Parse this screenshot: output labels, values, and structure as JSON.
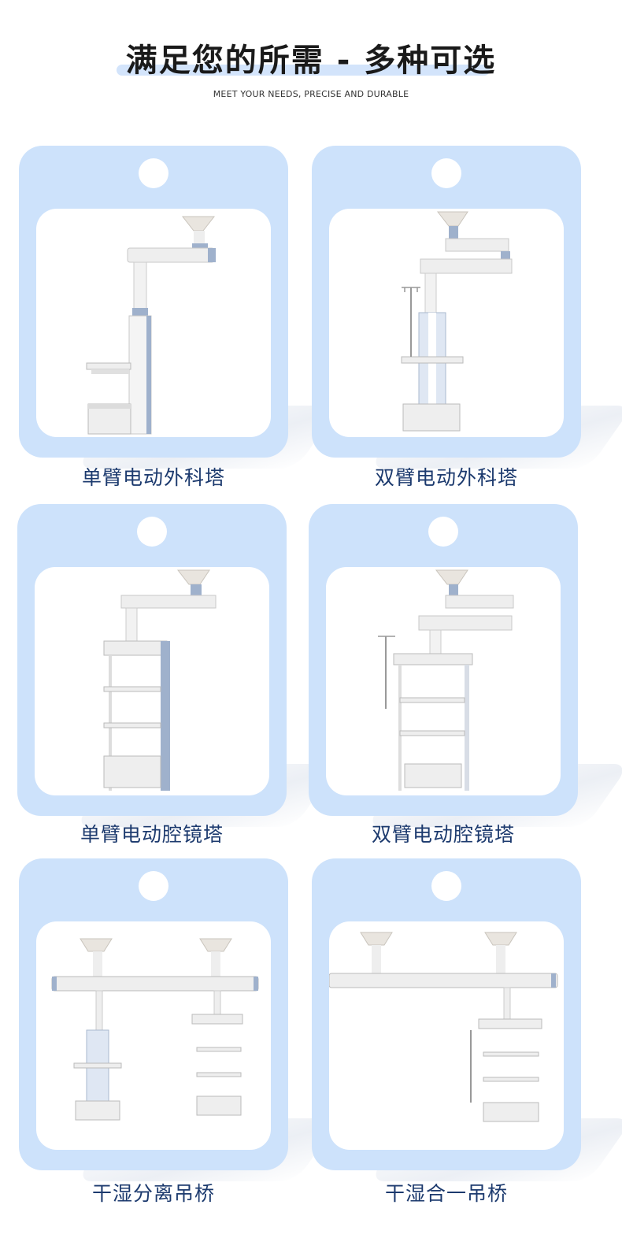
{
  "header": {
    "title": "满足您的所需 - 多种可选",
    "subtitle": "MEET YOUR NEEDS, PRECISE AND DURABLE"
  },
  "colors": {
    "card_background": "#cde2fb",
    "panel_background": "#ffffff",
    "caption_text": "#1c3a6e",
    "title_highlight": "#d3e4fb",
    "equipment_body": "#eeeeee",
    "equipment_accent": "#9fb1cc"
  },
  "products": [
    {
      "caption": "单臂电动外科塔"
    },
    {
      "caption": "双臂电动外科塔"
    },
    {
      "caption": "单臂电动腔镜塔"
    },
    {
      "caption": "双臂电动腔镜塔"
    },
    {
      "caption": "干湿分离吊桥"
    },
    {
      "caption": "干湿合一吊桥"
    }
  ]
}
